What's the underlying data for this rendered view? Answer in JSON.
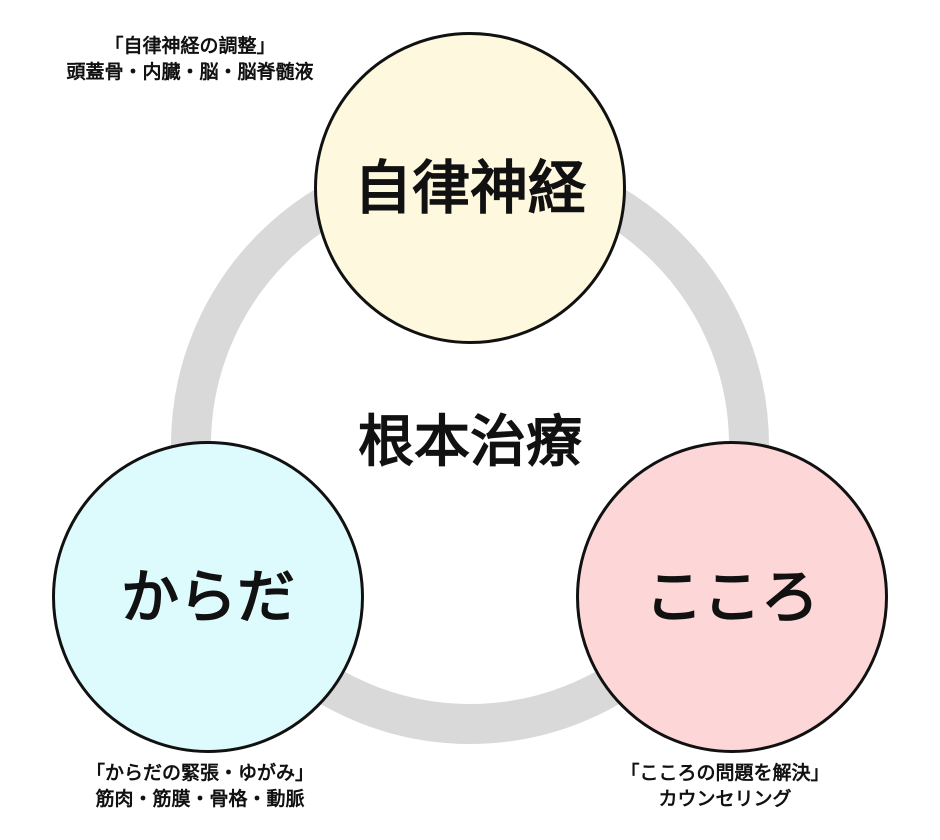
{
  "center_label": "根本治療",
  "nodes": {
    "top": {
      "title": "自律神経",
      "fill": "#fdf8de",
      "caption_line1": "「自律神経の調整」",
      "caption_line2": "頭蓋骨・内臓・脳・脳脊髄液"
    },
    "left": {
      "title": "からだ",
      "fill": "#ddfbfd",
      "caption_line1": "「からだの緊張・ゆがみ」",
      "caption_line2": "筋肉・筋膜・骨格・動脈"
    },
    "right": {
      "title": "こころ",
      "fill": "#fdd7d7",
      "caption_line1": "「こころの問題を解決」",
      "caption_line2": "カウンセリング"
    }
  },
  "colors": {
    "ring": "#d9d9d9",
    "outline": "#111111",
    "text": "#111111",
    "background": "#ffffff"
  }
}
